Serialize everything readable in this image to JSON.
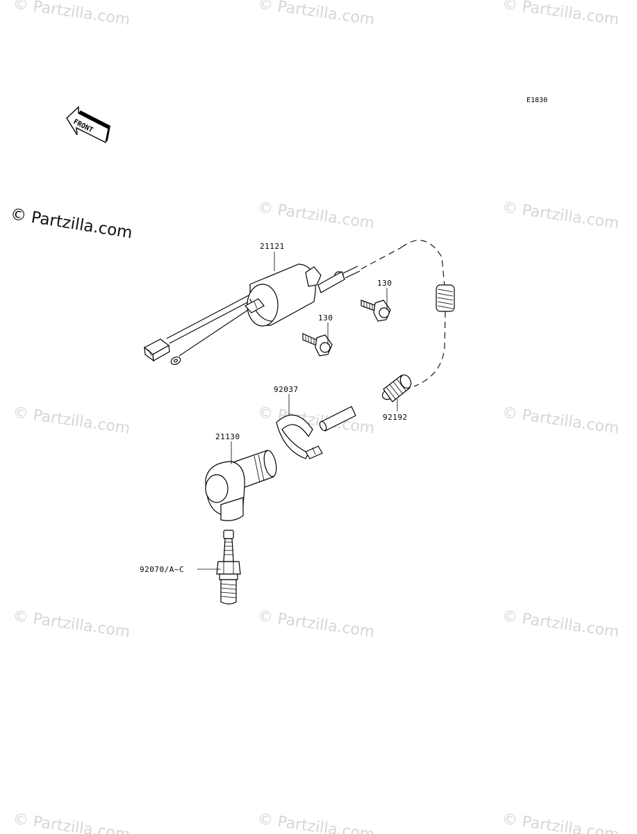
{
  "diagram_code": "E1830",
  "front_arrow": {
    "text": "FRONT",
    "icon": "front-direction-arrow-icon"
  },
  "watermark": {
    "text": "Partzilla.com",
    "symbol": "©"
  },
  "parts": [
    {
      "id": "coil",
      "number": "21121"
    },
    {
      "id": "bolt-upper",
      "number": "130"
    },
    {
      "id": "bolt-lower",
      "number": "130"
    },
    {
      "id": "clamp",
      "number": "92037"
    },
    {
      "id": "spring-boot",
      "number": "92192"
    },
    {
      "id": "plug-cap",
      "number": "21130"
    },
    {
      "id": "spark-plug",
      "number": "92070/A~C"
    }
  ],
  "colors": {
    "line": "#000000",
    "watermark": "#d6d6d6",
    "background": "#ffffff"
  }
}
